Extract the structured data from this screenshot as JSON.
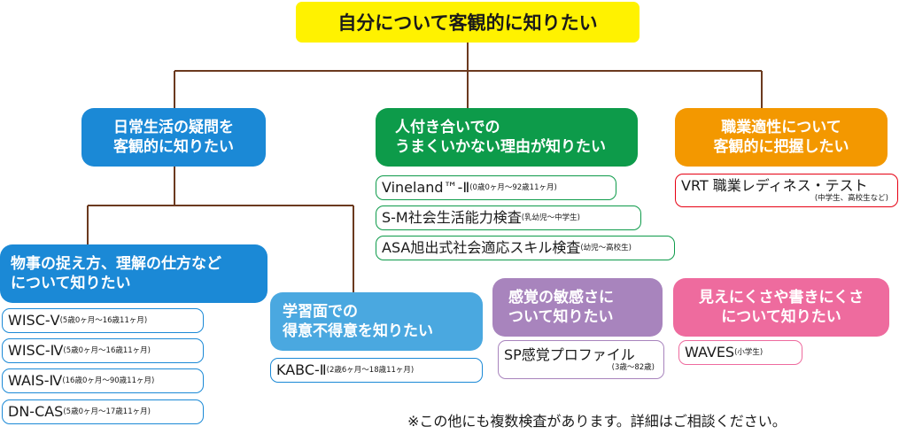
{
  "colors": {
    "root_bg": "#fff200",
    "line": "#6b3a1f",
    "blue": "#1b89d6",
    "light_blue": "#4aa8e0",
    "green": "#0d9b4a",
    "orange": "#f39800",
    "purple": "#a884bd",
    "pink": "#ee6b9e",
    "red": "#e60012"
  },
  "root": {
    "title": "自分について客観的に知りたい"
  },
  "categories": {
    "daily": {
      "line1": "日常生活の疑問を",
      "line2": "客観的に知りたい"
    },
    "social": {
      "line1": "人付き合いでの",
      "line2": "うまくいかない理由が知りたい"
    },
    "career": {
      "line1": "職業適性について",
      "line2": "客観的に把握したい"
    },
    "cognition": {
      "line1": "物事の捉え方、理解の仕方など",
      "line2": "について知りたい"
    },
    "study": {
      "line1": "学習面での",
      "line2": "得意不得意を知りたい"
    },
    "sensory": {
      "line1": "感覚の敏感さに",
      "line2": "ついて知りたい"
    },
    "visual": {
      "line1": "見えにくさや書きにくさ",
      "line2": "について知りたい"
    }
  },
  "tests": {
    "vineland": {
      "name": "Vineland™-Ⅱ",
      "age": "(0歳0ヶ月～92歳11ヶ月)"
    },
    "sm": {
      "name": "S-M社会生活能力検査",
      "age": "(乳幼児～中学生)"
    },
    "asa": {
      "name": "ASA旭出式社会適応スキル検査",
      "age": "(幼児～高校生)"
    },
    "vrt": {
      "name": "VRT 職業レディネス・テスト",
      "age": "(中学生、高校生など)"
    },
    "wisc5": {
      "name": "WISC-Ⅴ",
      "age": "(5歳0ヶ月～16歳11ヶ月)"
    },
    "wisc4": {
      "name": "WISC-Ⅳ",
      "age": "(5歳0ヶ月～16歳11ヶ月)"
    },
    "wais4": {
      "name": "WAIS-Ⅳ",
      "age": "(16歳0ヶ月～90歳11ヶ月)"
    },
    "dncas": {
      "name": "DN-CAS",
      "age": "(5歳0ヶ月～17歳11ヶ月)"
    },
    "kabc": {
      "name": "KABC-Ⅱ",
      "age": "(2歳6ヶ月～18歳11ヶ月)"
    },
    "sp": {
      "name": "SP感覚プロファイル",
      "age": "(3歳～82歳)"
    },
    "waves": {
      "name": "WAVES",
      "age": "(小学生)"
    }
  },
  "note": "※この他にも複数検査があります。詳細はご相談ください。"
}
